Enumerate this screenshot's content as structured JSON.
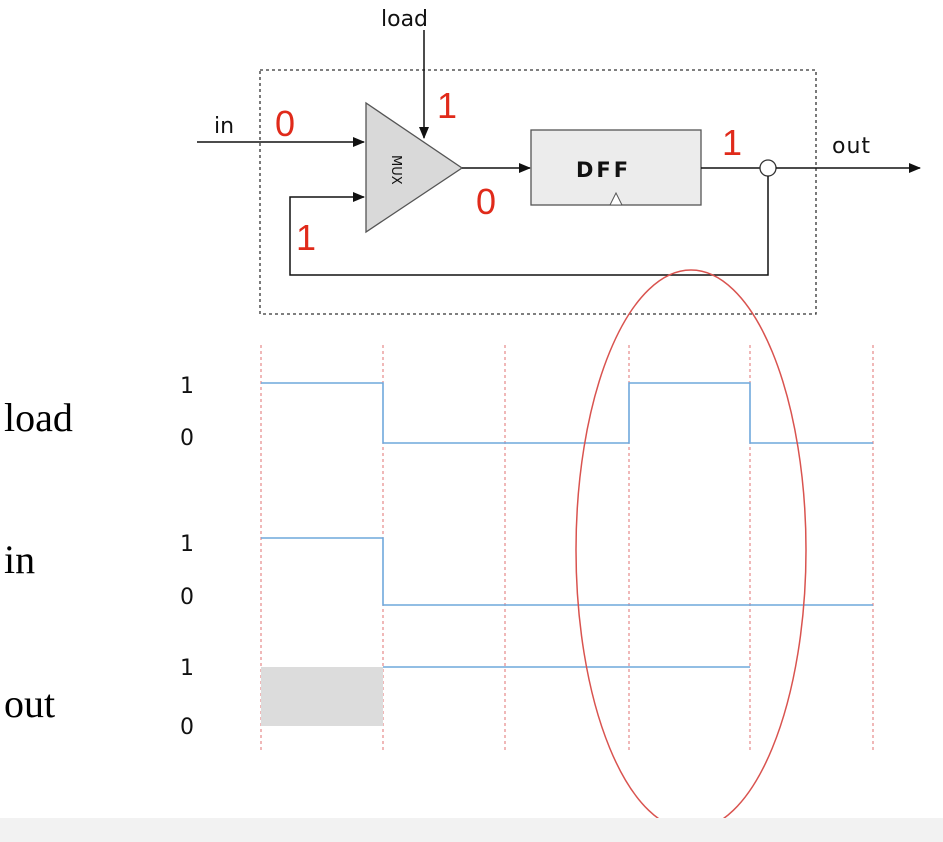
{
  "circuit": {
    "mux_label": "MUX",
    "dff_label": "DFF",
    "inputs": {
      "in": "in",
      "load": "load"
    },
    "output": "out",
    "values": {
      "in": "0",
      "load": "1",
      "feedback": "1",
      "mux_out": "0",
      "dff_out": "1"
    }
  },
  "timing": {
    "signals": [
      {
        "name": "load",
        "high": "1",
        "low": "0"
      },
      {
        "name": "in",
        "high": "1",
        "low": "0"
      },
      {
        "name": "out",
        "high": "1",
        "low": "0"
      }
    ],
    "waveforms": {
      "load": [
        1,
        0,
        0,
        1,
        0
      ],
      "in": [
        1,
        0,
        0,
        0,
        0
      ],
      "out": [
        null,
        1,
        1,
        1,
        null
      ]
    },
    "colors": {
      "signal_line": "#6fa8dc",
      "clock_grid": "#e07070",
      "unknown_fill": "#dcdcdc",
      "highlight_ellipse": "#d9534f",
      "annotation_red": "#e02a1a"
    }
  }
}
